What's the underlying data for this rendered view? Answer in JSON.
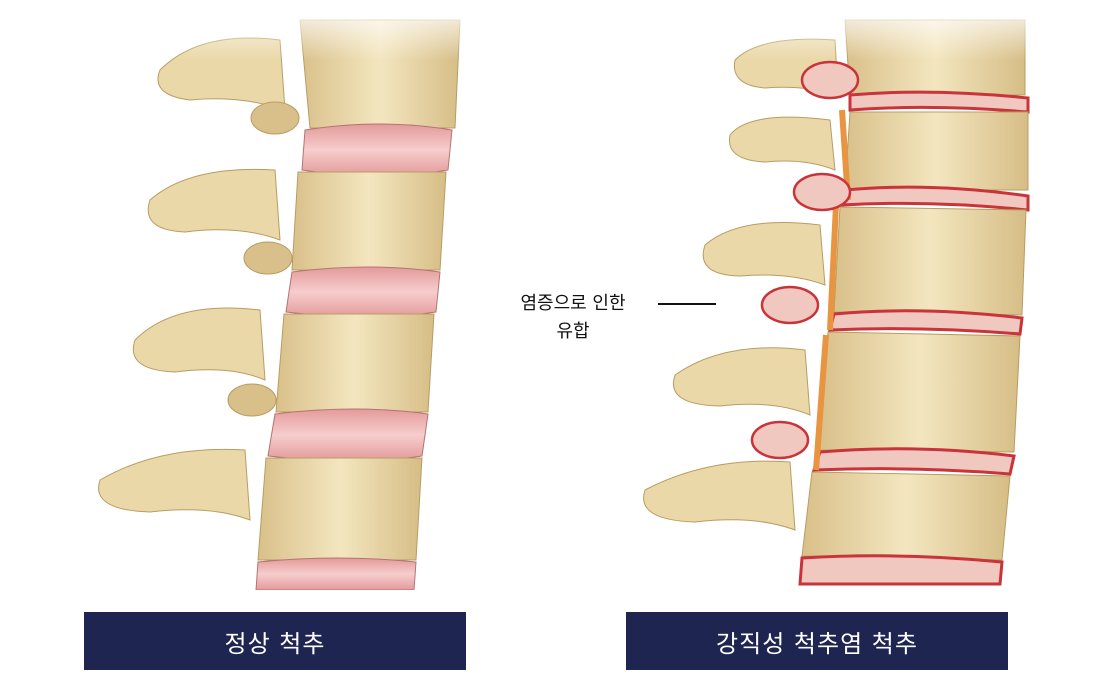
{
  "panels": {
    "left": {
      "caption": "정상 척추"
    },
    "right": {
      "caption": "강직성 척추염 척추"
    }
  },
  "annotation": {
    "line1": "염증으로 인한",
    "line2": "유합"
  },
  "colors": {
    "caption_bg": "#1e2550",
    "bone": "#ecdcae",
    "disc_normal": "#f0b8b8",
    "disc_inflamed": "#c8343a",
    "ossification": "#e89440"
  }
}
